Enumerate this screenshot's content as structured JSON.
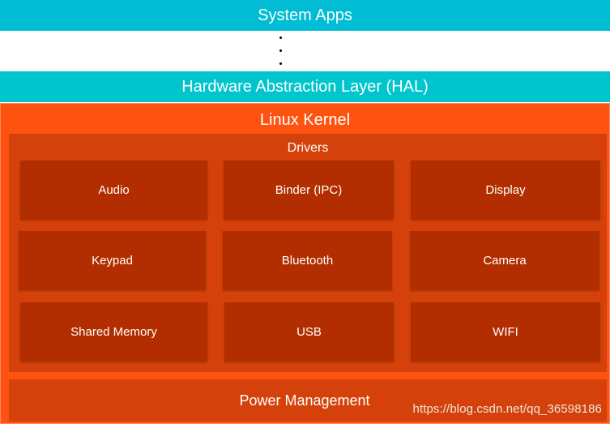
{
  "diagram": {
    "system_apps": "System Apps",
    "hal": "Hardware Abstraction Layer (HAL)",
    "kernel": {
      "title": "Linux Kernel",
      "drivers_title": "Drivers",
      "drivers": [
        "Audio",
        "Binder (IPC)",
        "Display",
        "Keypad",
        "Bluetooth",
        "Camera",
        "Shared Memory",
        "USB",
        "WIFI"
      ],
      "power_management": "Power Management"
    },
    "watermark": "https://blog.csdn.net/qq_36598186"
  },
  "colors": {
    "system_apps_band": "#00bcd4",
    "hal_band": "#00c5cd",
    "kernel_background": "#fe5310",
    "drivers_background": "#d5410a",
    "driver_box": "#b22e00",
    "text": "#ffffff"
  }
}
